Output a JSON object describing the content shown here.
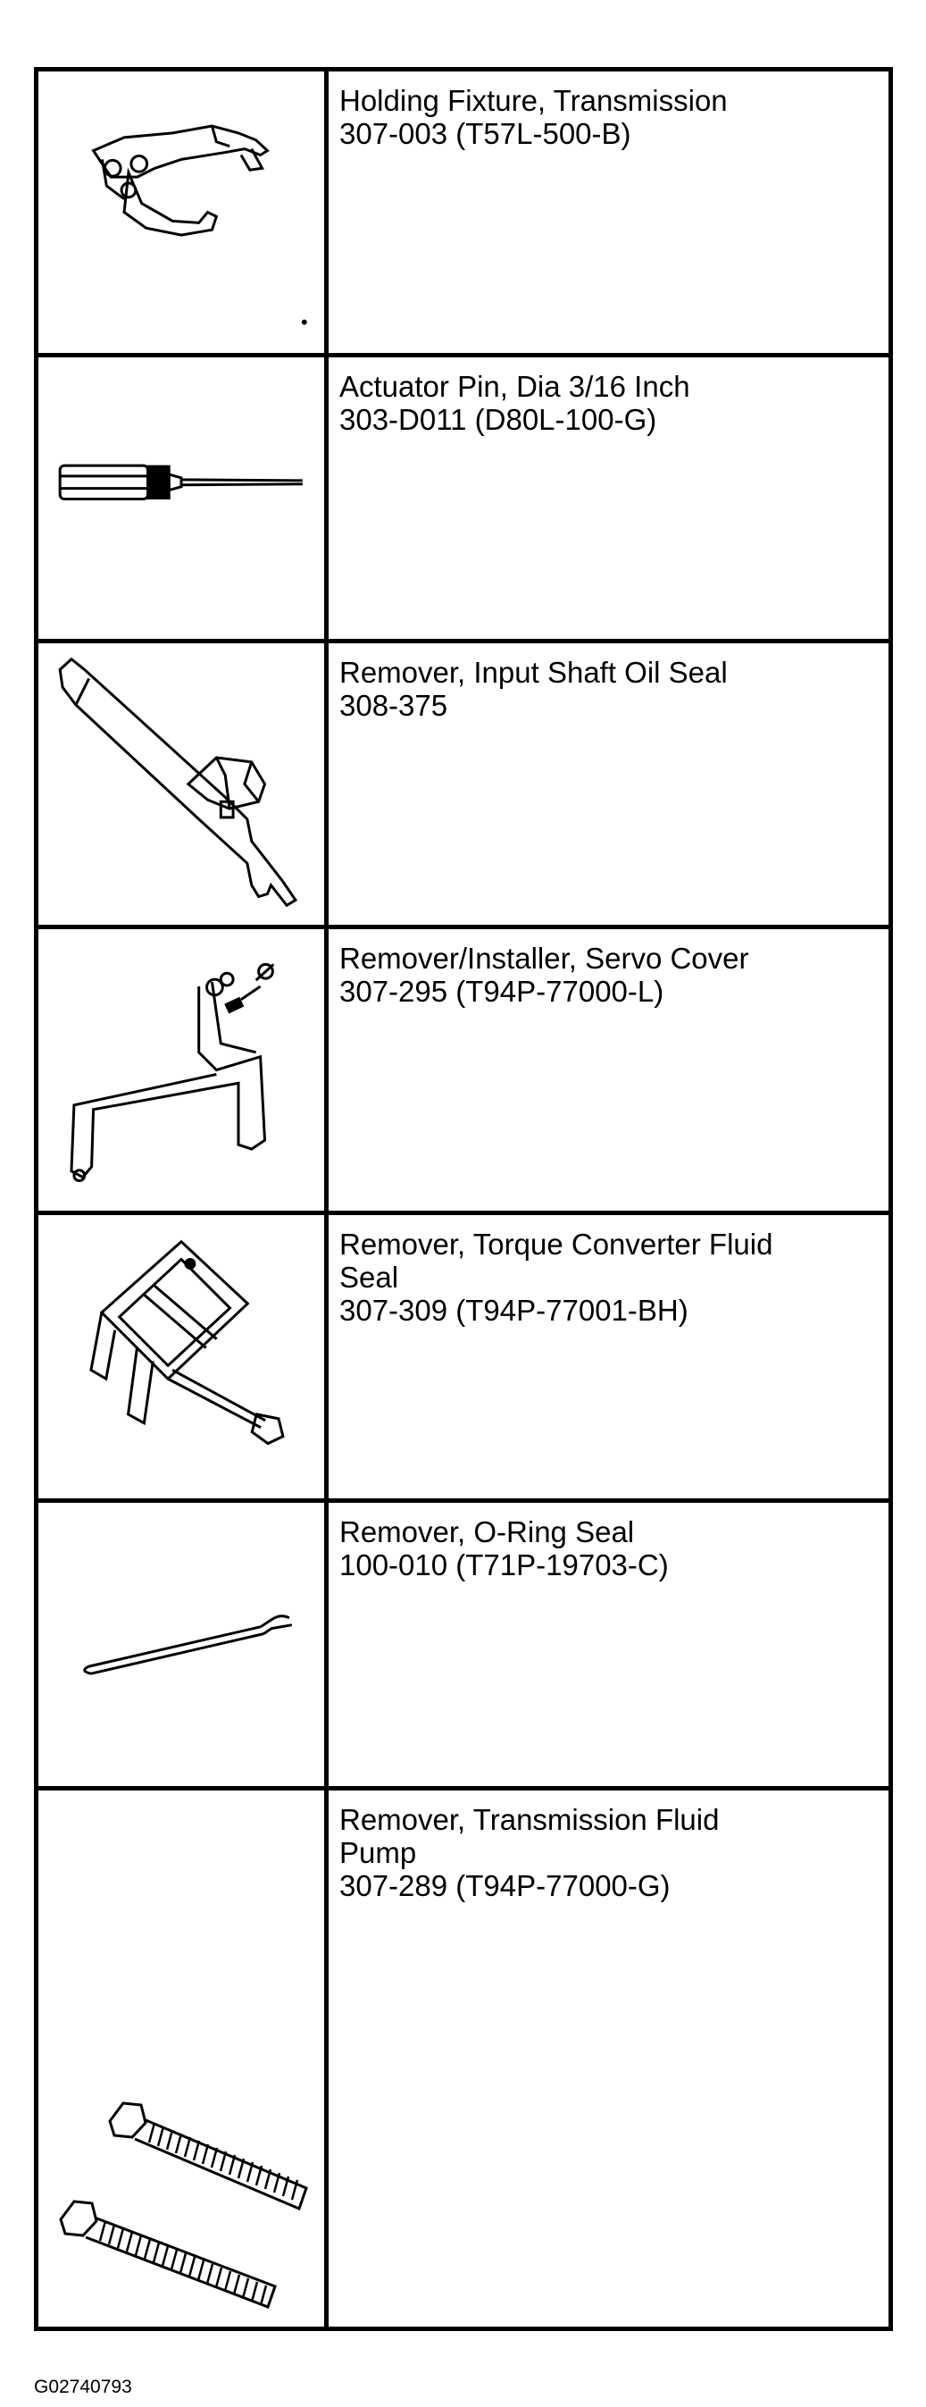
{
  "tools": [
    {
      "icon": "holding-fixture-icon",
      "name": "Holding Fixture, Transmission",
      "number": "307-003 (T57L-500-B)"
    },
    {
      "icon": "actuator-pin-icon",
      "name": "Actuator Pin, Dia 3/16 Inch",
      "number": "303-D011 (D80L-100-G)"
    },
    {
      "icon": "seal-remover-icon",
      "name": "Remover, Input Shaft Oil Seal",
      "number": "308-375"
    },
    {
      "icon": "servo-cover-tool-icon",
      "name": "Remover/Installer, Servo Cover",
      "number": "307-295 (T94P-77000-L)"
    },
    {
      "icon": "converter-seal-remover-icon",
      "name_line1": "Remover, Torque Converter Fluid",
      "name_line2": "Seal",
      "number": "307-309 (T94P-77001-BH)"
    },
    {
      "icon": "o-ring-pick-icon",
      "name": "Remover, O-Ring Seal",
      "number": "100-010 (T71P-19703-C)"
    },
    {
      "icon": "threaded-rods-icon",
      "name_line1": "Remover, Transmission Fluid",
      "name_line2": "Pump",
      "number": "307-289 (T94P-77000-G)"
    }
  ],
  "figure_id": "G02740793"
}
